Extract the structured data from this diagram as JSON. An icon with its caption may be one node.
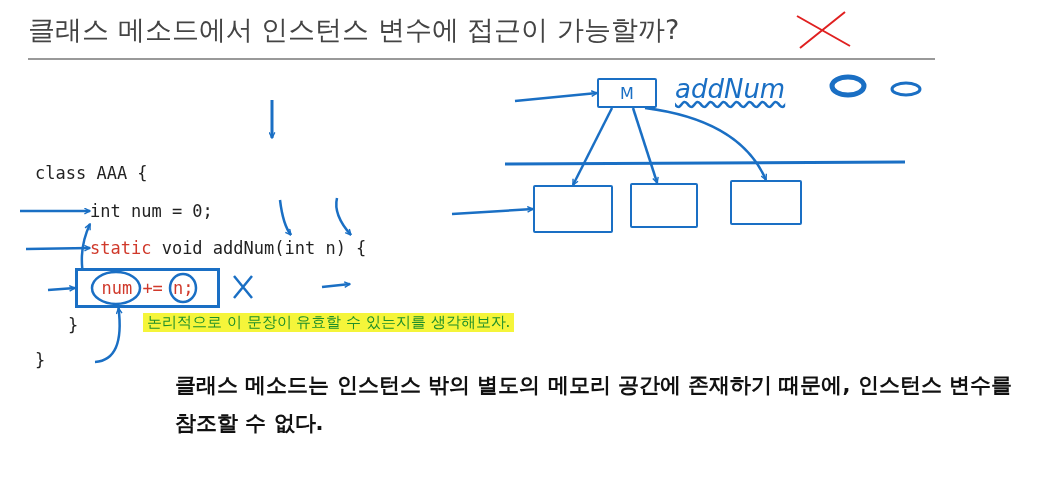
{
  "diagram": {
    "title": "클래스 메소드에서 인스턴스 변수에 접근이 가능할까?",
    "nodes": [
      {
        "text": [
          "M"
        ],
        "beside": [
          "addNum"
        ]
      },
      {
        "text": [],
        "shape": "box"
      },
      {
        "text": [],
        "shape": "box"
      },
      {
        "text": [],
        "shape": "box"
      },
      {
        "text": [
          "int num = 0;"
        ]
      },
      {
        "text": [
          "static void addNum(int n) {"
        ]
      },
      {
        "text": [
          "num += n;"
        ]
      }
    ],
    "edges": [
      {
        "from": null,
        "to": 0,
        "arrow": "to"
      },
      {
        "from": 0,
        "to": 1,
        "arrow": "to"
      },
      {
        "from": 0,
        "to": 2,
        "arrow": "to"
      },
      {
        "from": 0,
        "to": 3,
        "arrow": "to"
      },
      {
        "from": null,
        "to": 1,
        "arrow": "to"
      },
      {
        "from": null,
        "to": 4,
        "arrow": "to"
      },
      {
        "from": null,
        "to": 5,
        "arrow": "to"
      },
      {
        "from": null,
        "to": 6,
        "arrow": "to"
      },
      {
        "from": 6,
        "to": 4,
        "arrow": "to"
      },
      {
        "from": null,
        "to": 6,
        "arrow": "to"
      },
      {
        "from": null,
        "to": 5,
        "arrow": "to"
      },
      {
        "from": null,
        "to": 5,
        "arrow": "to"
      }
    ],
    "labels": [
      "class AAA {",
      "}",
      "논리적으로 이 문장이 유효할 수 있는지를 생각해보자.",
      "}",
      "클래스 메소드는 인스턴스 밖의 별도의 메모리 공간에 존재하기 때문에, 인스턴스 변수를 참조할 수 없다."
    ]
  }
}
